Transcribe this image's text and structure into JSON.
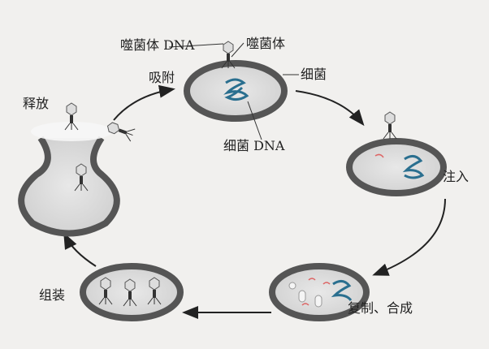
{
  "labels": {
    "phage_dna": "噬菌体 DNA",
    "phage": "噬菌体",
    "adsorption": "吸附",
    "bacterium": "细菌",
    "bacterial_dna": "细菌 DNA",
    "release": "释放",
    "injection": "注入",
    "replication_synthesis": "复制、合成",
    "assembly": "组装"
  },
  "colors": {
    "cell_wall": "#555555",
    "cell_inside": "#dcdcdc",
    "dna": "#2a6f8f",
    "arrow": "#222222"
  }
}
